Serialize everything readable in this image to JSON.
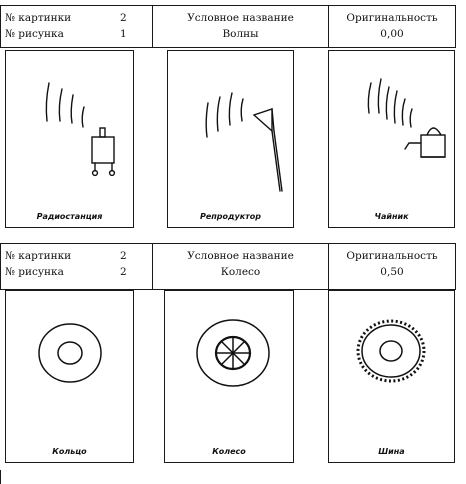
{
  "rows": [
    {
      "picture_no_label": "№ картинки",
      "picture_no": "2",
      "drawing_no_label": "№ рисунка",
      "drawing_no": "1",
      "name_label": "Условное название",
      "name_value": "Волны",
      "orig_label": "Оригинальность",
      "orig_value": "0,00",
      "cards": [
        {
          "caption": "Радиостанция",
          "icon": "radio-station-icon"
        },
        {
          "caption": "Репродуктор",
          "icon": "loudspeaker-icon"
        },
        {
          "caption": "Чайник",
          "icon": "kettle-icon"
        }
      ]
    },
    {
      "picture_no_label": "№ картинки",
      "picture_no": "2",
      "drawing_no_label": "№ рисунка",
      "drawing_no": "2",
      "name_label": "Условное название",
      "name_value": "Колесо",
      "orig_label": "Оригинальность",
      "orig_value": "0,50",
      "cards": [
        {
          "caption": "Кольцо",
          "icon": "ring-icon"
        },
        {
          "caption": "Колесо",
          "icon": "wheel-icon"
        },
        {
          "caption": "Шина",
          "icon": "tire-icon"
        }
      ]
    }
  ]
}
